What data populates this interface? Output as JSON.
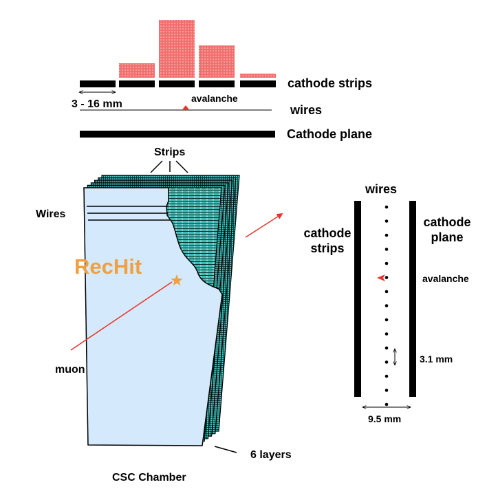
{
  "top_diagram": {
    "signal_bars": [
      0.25,
      1.0,
      0.56,
      0.07
    ],
    "labels": {
      "cathode_strips": "cathode strips",
      "wires": "wires",
      "cathode_plane": "Cathode plane",
      "strip_width": "3 - 16 mm",
      "avalanche": "avalanche"
    },
    "colors": {
      "signal_fill": "#f06a6a",
      "avalanche": "#e8332a"
    }
  },
  "chamber": {
    "strips_label": "Strips",
    "wires_label": "Wires",
    "rechit_label": "RecHit",
    "muon_label": "muon",
    "layers_label": "6 layers",
    "title": "CSC Chamber",
    "layer_count": 6,
    "colors": {
      "panel": "#d4eafc",
      "strips": "#3fb9b2",
      "muon_track": "#e8332a",
      "rechit": "#f0a040"
    }
  },
  "cross_section": {
    "wires_label": "wires",
    "cathode_strips_label_1": "cathode",
    "cathode_strips_label_2": "strips",
    "cathode_plane_label_1": "cathode",
    "cathode_plane_label_2": "plane",
    "avalanche_label": "avalanche",
    "wire_pitch_label": "3.1 mm",
    "gap_label": "9.5 mm",
    "wire_count": 15
  }
}
